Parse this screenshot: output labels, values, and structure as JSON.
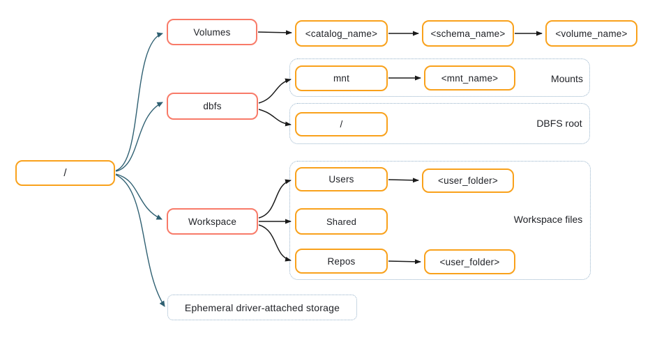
{
  "colors": {
    "orange": "#F9A11B",
    "red": "#F87A68",
    "teal": "#2F6072",
    "black": "#1A1A1A",
    "blue": "#94B1C9",
    "text": "#202227"
  },
  "root": {
    "label": "/"
  },
  "nodes": {
    "volumes": {
      "label": "Volumes"
    },
    "catalog_name": {
      "label": "<catalog_name>"
    },
    "schema_name": {
      "label": "<schema_name>"
    },
    "volume_name": {
      "label": "<volume_name>"
    },
    "dbfs": {
      "label": "dbfs"
    },
    "mnt": {
      "label": "mnt"
    },
    "mnt_name": {
      "label": "<mnt_name>"
    },
    "dbfs_root_slash": {
      "label": "/"
    },
    "workspace": {
      "label": "Workspace"
    },
    "users": {
      "label": "Users"
    },
    "user_folder_top": {
      "label": "<user_folder>"
    },
    "shared": {
      "label": "Shared"
    },
    "repos": {
      "label": "Repos"
    },
    "user_folder_bottom": {
      "label": "<user_folder>"
    },
    "ephemeral_storage": {
      "label": "Ephemeral driver-attached storage"
    }
  },
  "groups": {
    "mounts": {
      "label": "Mounts"
    },
    "dbfs_root": {
      "label": "DBFS root"
    },
    "workspace_files": {
      "label": "Workspace files"
    }
  },
  "edges": [
    {
      "from": "/",
      "to": "Volumes"
    },
    {
      "from": "/",
      "to": "dbfs"
    },
    {
      "from": "/",
      "to": "Workspace"
    },
    {
      "from": "/",
      "to": "Ephemeral driver-attached storage"
    },
    {
      "from": "Volumes",
      "to": "<catalog_name>"
    },
    {
      "from": "<catalog_name>",
      "to": "<schema_name>"
    },
    {
      "from": "<schema_name>",
      "to": "<volume_name>"
    },
    {
      "from": "dbfs",
      "to": "mnt"
    },
    {
      "from": "dbfs",
      "to": "/ (DBFS root)"
    },
    {
      "from": "mnt",
      "to": "<mnt_name>"
    },
    {
      "from": "Workspace",
      "to": "Users"
    },
    {
      "from": "Workspace",
      "to": "Shared"
    },
    {
      "from": "Workspace",
      "to": "Repos"
    },
    {
      "from": "Users",
      "to": "<user_folder>"
    },
    {
      "from": "Repos",
      "to": "<user_folder>"
    }
  ]
}
